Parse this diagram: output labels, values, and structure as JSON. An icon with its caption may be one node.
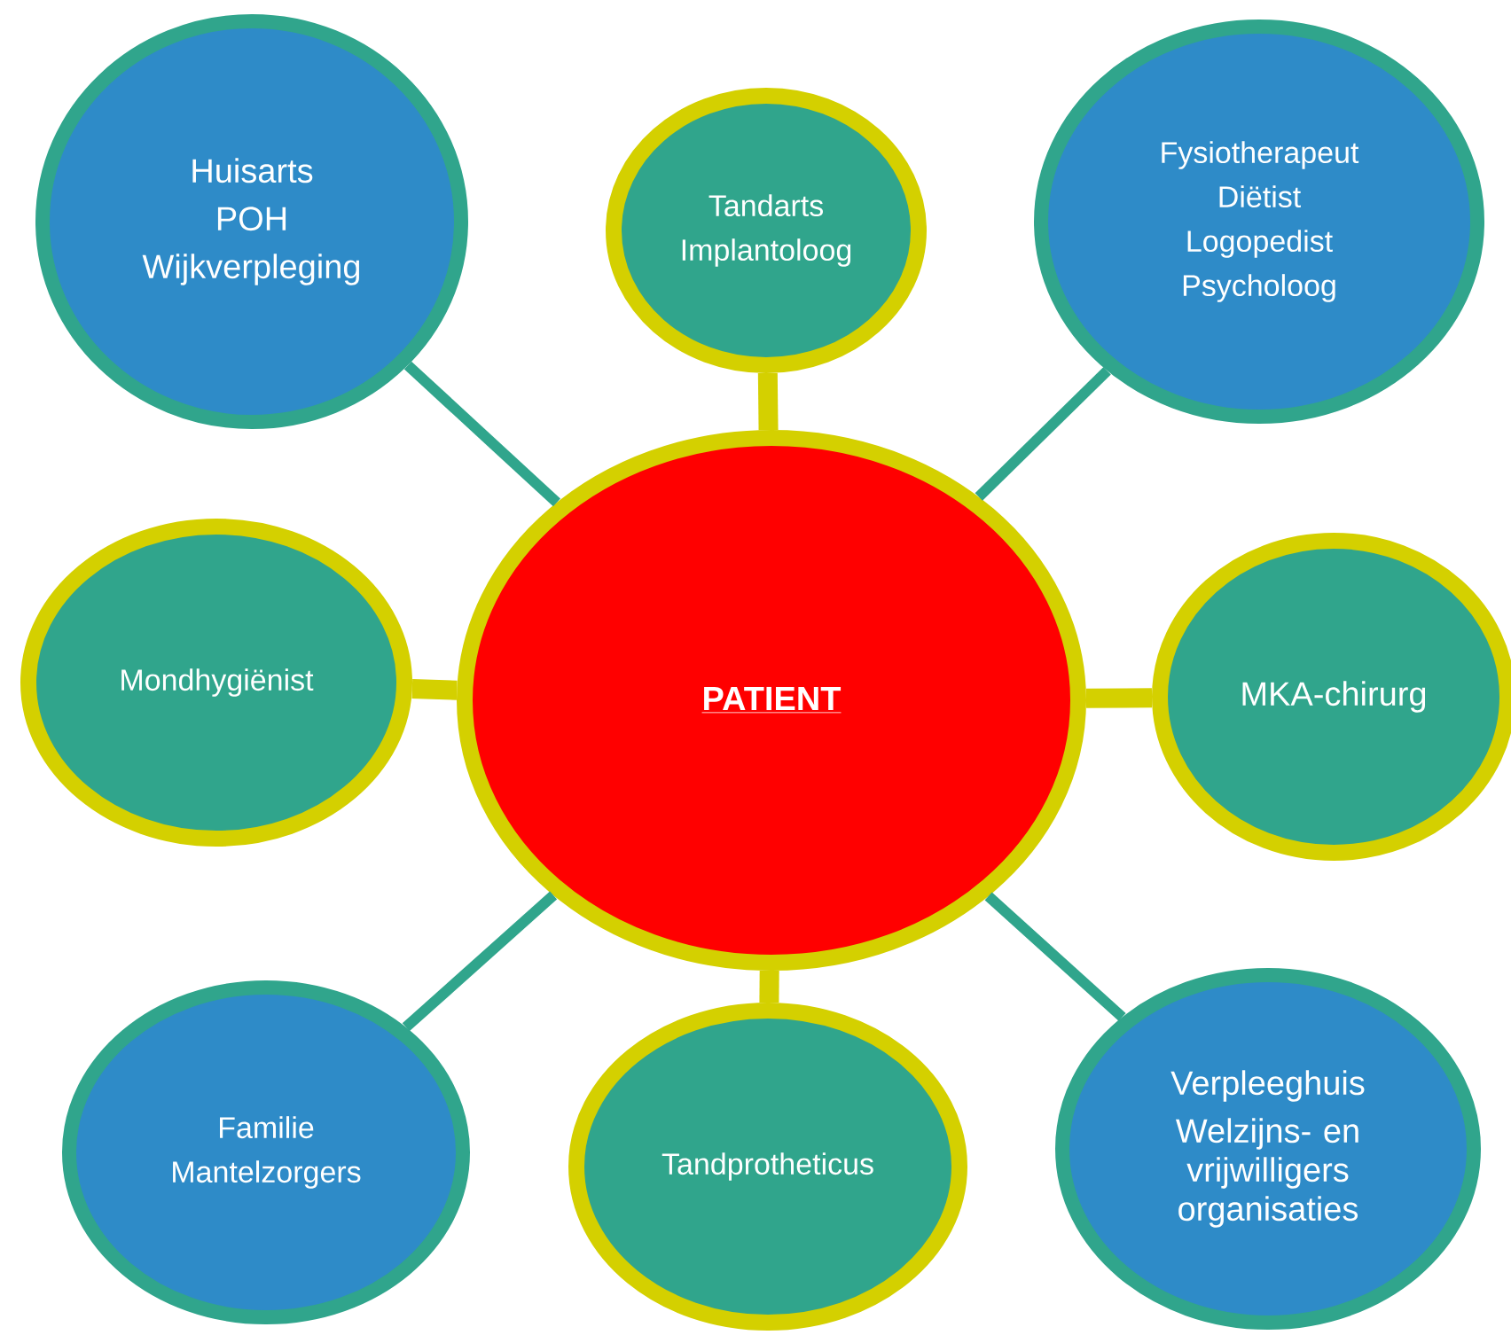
{
  "diagram": {
    "nodes": [
      {
        "text": [
          "Huisarts",
          "POH",
          "Wijkverpleging"
        ]
      },
      {
        "text": [
          "Tandarts",
          "Implantoloog"
        ]
      },
      {
        "text": [
          "Fysiotherapeut",
          "Diëtist",
          "Logopedist",
          "Psycholoog"
        ]
      },
      {
        "text": [
          "Mondhygiënist"
        ]
      },
      {
        "text": [
          "PATIENT"
        ]
      },
      {
        "text": [
          "MKA-chirurg"
        ]
      },
      {
        "text": [
          "Familie",
          "Mantelzorgers"
        ]
      },
      {
        "text": [
          "Tandprotheticus"
        ]
      },
      {
        "text": [
          "Verpleeghuis",
          "Welzijns- en vrijwilligers organisaties"
        ]
      }
    ],
    "edges": [
      {
        "from": 4,
        "to": 0,
        "arrow": "none"
      },
      {
        "from": 4,
        "to": 1,
        "arrow": "none",
        "style": "thick",
        "color": "#d4d000"
      },
      {
        "from": 4,
        "to": 2,
        "arrow": "none"
      },
      {
        "from": 4,
        "to": 3,
        "arrow": "none",
        "style": "thick",
        "color": "#d4d000"
      },
      {
        "from": 4,
        "to": 5,
        "arrow": "none",
        "style": "thick",
        "color": "#d4d000"
      },
      {
        "from": 4,
        "to": 6,
        "arrow": "none"
      },
      {
        "from": 4,
        "to": 7,
        "arrow": "none",
        "style": "thick",
        "color": "#d4d000"
      },
      {
        "from": 4,
        "to": 8,
        "arrow": "none"
      }
    ]
  }
}
